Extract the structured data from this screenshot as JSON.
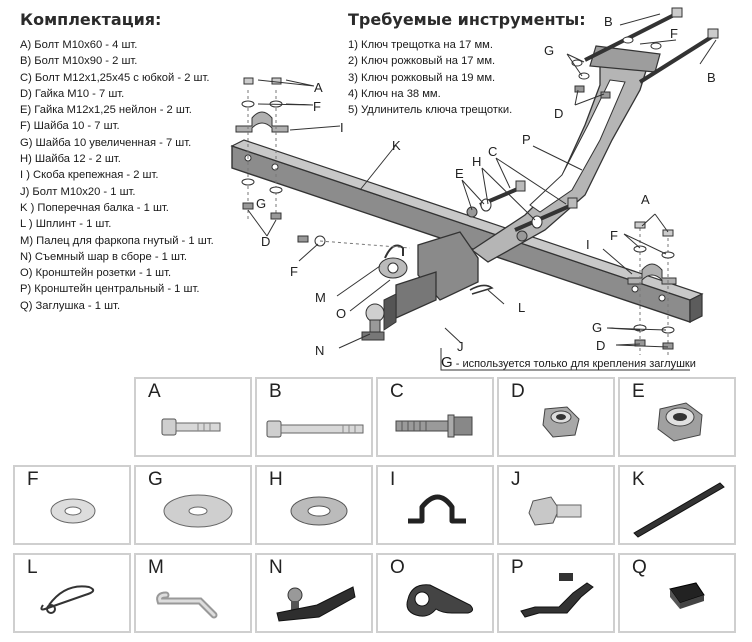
{
  "kit": {
    "title": "Комплектация:",
    "items": [
      "A) Болт М10х60 -  4 шт.",
      "B) Болт М10х90 -  2 шт.",
      "C) Болт М12х1,25х45 с юбкой - 2 шт.",
      "D) Гайка М10 -  7 шт.",
      "E) Гайка М12х1,25 нейлон - 2 шт.",
      "F) Шайба 10 - 7 шт.",
      "G) Шайба 10 увеличенная -  7 шт.",
      "H) Шайба 12 -  2 шт.",
      " I ) Скоба крепежная - 2 шт.",
      "J) Болт М10х20 - 1 шт.",
      "K ) Поперечная балка - 1 шт.",
      "L ) Шплинт - 1 шт.",
      "M) Палец для фаркопа гнутый - 1 шт.",
      "N) Съемный шар в сборе - 1 шт.",
      "O) Кронштейн розетки - 1 шт.",
      "P) Кронштейн центральный - 1 шт.",
      "Q) Заглушка - 1 шт."
    ]
  },
  "tools": {
    "title": "Требуемые инструменты:",
    "items": [
      "1) Ключ трещотка на 17 мм.",
      "2) Ключ рожковый на 17 мм.",
      "3) Ключ рожковый на 19 мм.",
      "4) Ключ на 38 мм.",
      "5) Удлинитель ключа трещотки."
    ]
  },
  "diagram": {
    "callouts": [
      "A",
      "F",
      "I",
      "G",
      "D",
      "F",
      "M",
      "O",
      "N",
      "K",
      "E",
      "H",
      "C",
      "P",
      "G",
      "D",
      "B",
      "F",
      "B",
      "L",
      "J",
      "A",
      "F",
      "I",
      "G",
      "D"
    ],
    "g_note_letter": "G",
    "g_note_text": " - используется только для крепления заглушки"
  },
  "parts": [
    {
      "letter": "A",
      "icon": "bolt-short-icon"
    },
    {
      "letter": "B",
      "icon": "bolt-long-icon"
    },
    {
      "letter": "C",
      "icon": "flange-bolt-icon"
    },
    {
      "letter": "D",
      "icon": "nut-icon"
    },
    {
      "letter": "E",
      "icon": "nylon-nut-icon"
    },
    {
      "letter": "F",
      "icon": "washer-icon"
    },
    {
      "letter": "G",
      "icon": "large-washer-icon"
    },
    {
      "letter": "H",
      "icon": "washer-12-icon"
    },
    {
      "letter": "I",
      "icon": "bracket-clamp-icon"
    },
    {
      "letter": "J",
      "icon": "bolt-m10x20-icon"
    },
    {
      "letter": "K",
      "icon": "cross-beam-icon"
    },
    {
      "letter": "L",
      "icon": "cotter-pin-icon"
    },
    {
      "letter": "M",
      "icon": "bent-pin-icon"
    },
    {
      "letter": "N",
      "icon": "towball-assembly-icon"
    },
    {
      "letter": "O",
      "icon": "socket-bracket-icon"
    },
    {
      "letter": "P",
      "icon": "central-bracket-icon"
    },
    {
      "letter": "Q",
      "icon": "plug-cap-icon"
    }
  ]
}
